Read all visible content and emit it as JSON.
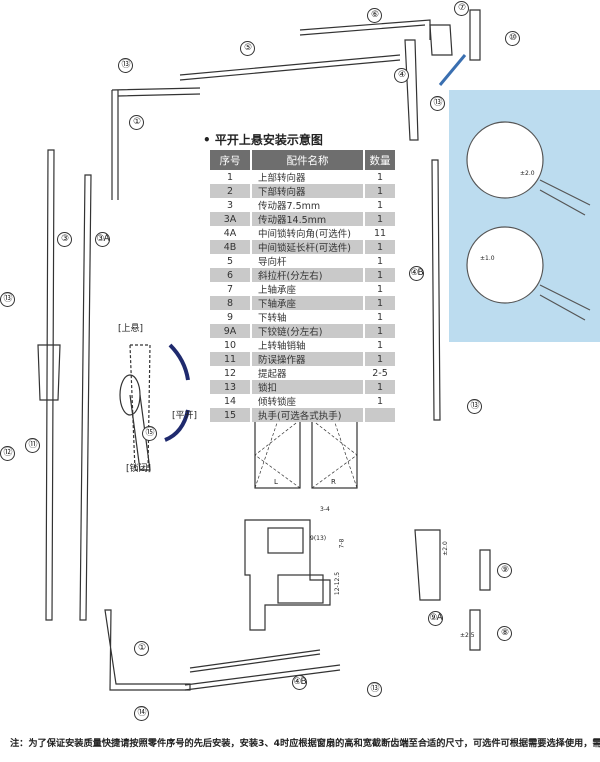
{
  "title": "平开上悬安装示意图",
  "table": {
    "headers": [
      "序号",
      "配件名称",
      "数量"
    ],
    "rows": [
      [
        "1",
        "上部转向器",
        "1"
      ],
      [
        "2",
        "下部转向器",
        "1"
      ],
      [
        "3",
        "传动器7.5mm",
        "1"
      ],
      [
        "3A",
        "传动器14.5mm",
        "1"
      ],
      [
        "4A",
        "中间锁转向角(可选件)",
        "11"
      ],
      [
        "4B",
        "中间锁延长杆(可选件)",
        "1"
      ],
      [
        "5",
        "导向杆",
        "1"
      ],
      [
        "6",
        "斜拉杆(分左右)",
        "1"
      ],
      [
        "7",
        "上轴承座",
        "1"
      ],
      [
        "8",
        "下轴承座",
        "1"
      ],
      [
        "9",
        "下转轴",
        "1"
      ],
      [
        "9A",
        "下铰链(分左右)",
        "1"
      ],
      [
        "10",
        "上转轴销轴",
        "1"
      ],
      [
        "11",
        "防误操作器",
        "1"
      ],
      [
        "12",
        "提起器",
        "2-5"
      ],
      [
        "13",
        "锁扣",
        "1"
      ],
      [
        "14",
        "倾转锁座",
        "1"
      ],
      [
        "15",
        "执手(可选各式执手)",
        ""
      ]
    ]
  },
  "handle_labels": {
    "top_hung": "[上悬]",
    "casement": "[平开]",
    "locked": "[锁闭]"
  },
  "window_labels": {
    "left": "L",
    "right": "R"
  },
  "profile_dims": {
    "d1": "3-4",
    "d2": "9(13)",
    "d3": "7-8",
    "d4": "12-12.5"
  },
  "tolerances": {
    "a": "±2.0",
    "b": "±1.0",
    "c": "±2.0",
    "d": "±2.5"
  },
  "callouts": [
    "⑥",
    "⑦",
    "⑩",
    "⑤",
    "⑬",
    "④",
    "⑬",
    "①",
    "③",
    "③A",
    "④B",
    "⑬",
    "⑮",
    "⑫",
    "⑪",
    "⑬",
    "⑨",
    "⑨A",
    "⑧",
    "①",
    "④B",
    "⑬",
    "⑭"
  ],
  "note": "注：为了保证安装质量快捷请按照零件序号的先后安装，安装3、4时应根据窗扇的高和宽截断齿端至合适的尺寸，可选件可根据需要选择使用，需另购。",
  "colors": {
    "panel": "#bcdcef",
    "header": "#6e6e6e",
    "arrow": "#1f2a6e"
  }
}
